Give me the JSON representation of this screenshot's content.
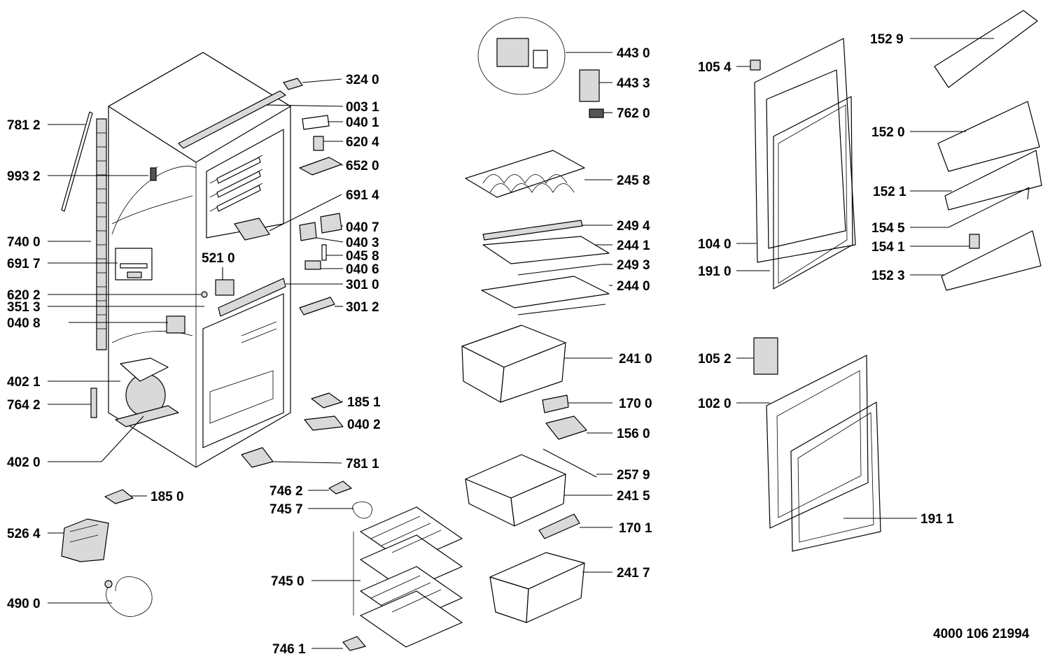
{
  "labels": {
    "l_781_2": "781 2",
    "l_993_2": "993 2",
    "l_740_0": "740 0",
    "l_691_7": "691 7",
    "l_620_2": "620 2",
    "l_351_3": "351 3",
    "l_040_8": "040 8",
    "l_402_1": "402 1",
    "l_764_2": "764 2",
    "l_402_0": "402 0",
    "l_185_0": "185 0",
    "l_526_4": "526 4",
    "l_490_0": "490 0",
    "l_324_0": "324 0",
    "l_003_1": "003 1",
    "l_040_1": "040 1",
    "l_620_4": "620 4",
    "l_652_0": "652 0",
    "l_691_4": "691 4",
    "l_040_7": "040 7",
    "l_040_3": "040 3",
    "l_045_8": "045 8",
    "l_040_6": "040 6",
    "l_521_0": "521 0",
    "l_301_0": "301 0",
    "l_301_2": "301 2",
    "l_185_1": "185 1",
    "l_040_2": "040 2",
    "l_781_1": "781 1",
    "l_746_2": "746 2",
    "l_745_7": "745 7",
    "l_745_0": "745 0",
    "l_746_1": "746 1",
    "l_443_0": "443 0",
    "l_443_3": "443 3",
    "l_762_0": "762 0",
    "l_245_8": "245 8",
    "l_249_4": "249 4",
    "l_244_1": "244 1",
    "l_249_3": "249 3",
    "l_244_0": "244 0",
    "l_241_0": "241 0",
    "l_170_0": "170 0",
    "l_156_0": "156 0",
    "l_257_9": "257 9",
    "l_241_5": "241 5",
    "l_170_1": "170 1",
    "l_241_7": "241 7",
    "l_105_4": "105 4",
    "l_104_0": "104 0",
    "l_191_0": "191 0",
    "l_105_2": "105 2",
    "l_102_0": "102 0",
    "l_191_1": "191 1",
    "l_152_9": "152 9",
    "l_152_0": "152 0",
    "l_152_1": "152 1",
    "l_154_5": "154 5",
    "l_154_1": "154 1",
    "l_152_3": "152 3"
  },
  "document_number": "4000 106 21994"
}
